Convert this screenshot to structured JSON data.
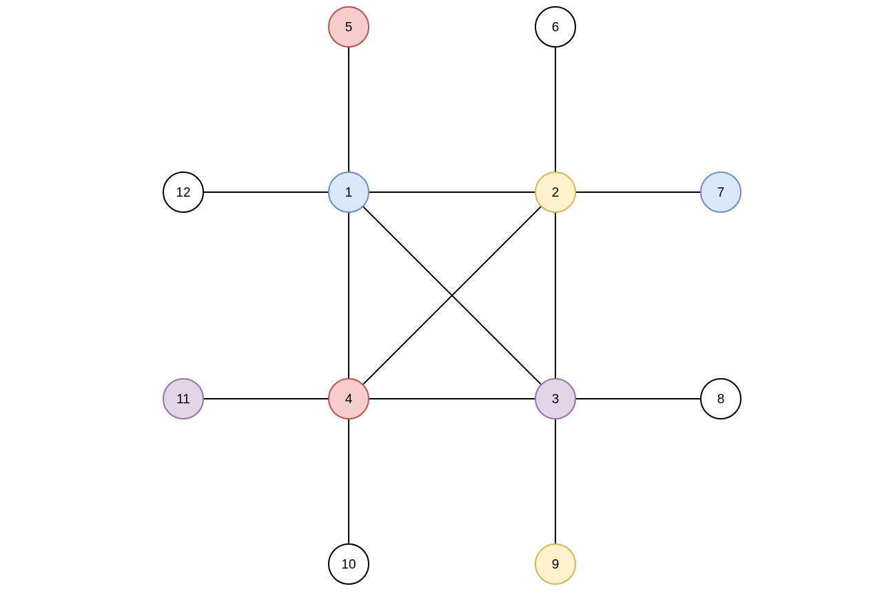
{
  "styles": {
    "white": {
      "fill": "#ffffff",
      "stroke": "#000000"
    },
    "blue": {
      "fill": "#dae8fc",
      "stroke": "#6c8ebf"
    },
    "yellow": {
      "fill": "#fff2cc",
      "stroke": "#d6b656"
    },
    "red": {
      "fill": "#f8cecc",
      "stroke": "#b85450"
    },
    "purple": {
      "fill": "#e1d5e7",
      "stroke": "#9673a6"
    }
  },
  "nodes": [
    {
      "id": "1",
      "label": "1",
      "style": "blue"
    },
    {
      "id": "2",
      "label": "2",
      "style": "yellow"
    },
    {
      "id": "3",
      "label": "3",
      "style": "purple"
    },
    {
      "id": "4",
      "label": "4",
      "style": "red"
    },
    {
      "id": "5",
      "label": "5",
      "style": "red"
    },
    {
      "id": "6",
      "label": "6",
      "style": "white"
    },
    {
      "id": "7",
      "label": "7",
      "style": "blue"
    },
    {
      "id": "8",
      "label": "8",
      "style": "white"
    },
    {
      "id": "9",
      "label": "9",
      "style": "yellow"
    },
    {
      "id": "10",
      "label": "10",
      "style": "white"
    },
    {
      "id": "11",
      "label": "11",
      "style": "purple"
    },
    {
      "id": "12",
      "label": "12",
      "style": "white"
    }
  ],
  "edges": [
    [
      "1",
      "5"
    ],
    [
      "2",
      "6"
    ],
    [
      "1",
      "12"
    ],
    [
      "1",
      "2"
    ],
    [
      "2",
      "7"
    ],
    [
      "1",
      "4"
    ],
    [
      "1",
      "3"
    ],
    [
      "2",
      "4"
    ],
    [
      "2",
      "3"
    ],
    [
      "11",
      "4"
    ],
    [
      "4",
      "3"
    ],
    [
      "3",
      "8"
    ],
    [
      "4",
      "10"
    ],
    [
      "3",
      "9"
    ]
  ]
}
